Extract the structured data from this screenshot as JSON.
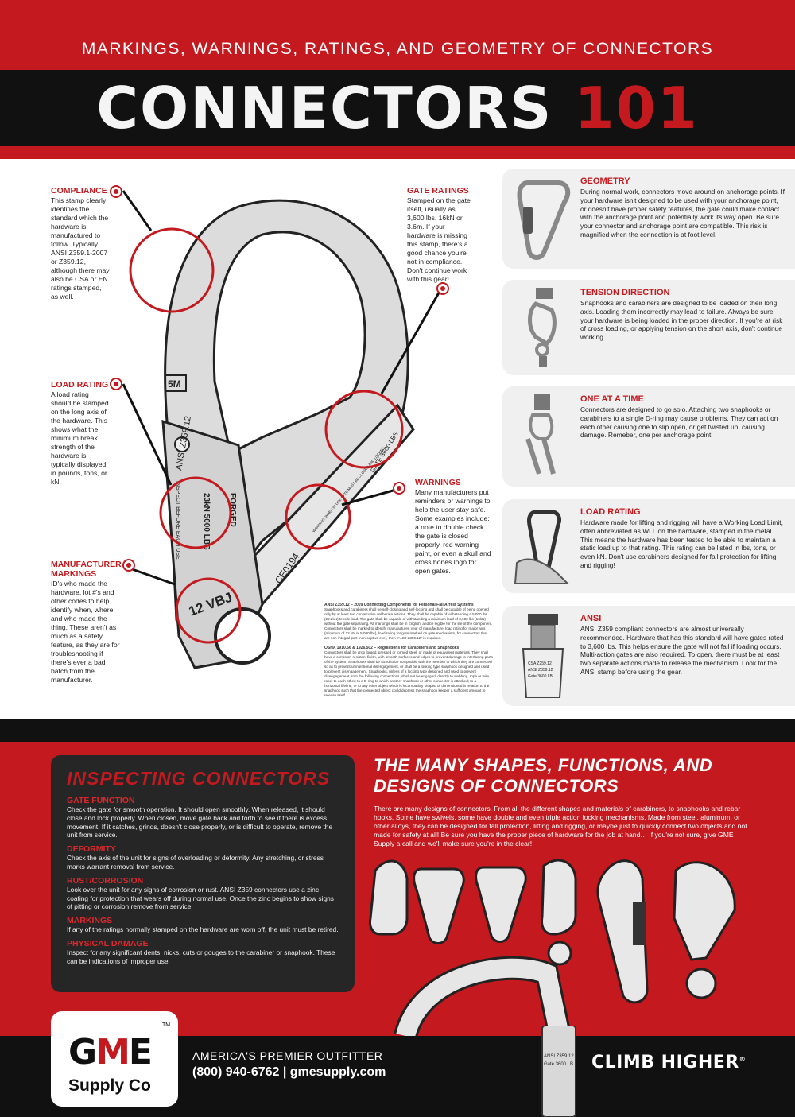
{
  "header": {
    "subtitle": "MARKINGS, WARNINGS, RATINGS, AND GEOMETRY OF CONNECTORS",
    "title_main": "CONNECTORS",
    "title_num": "101"
  },
  "callouts": {
    "compliance": {
      "title": "COMPLIANCE",
      "text": "This stamp clearly identifies the standard which the hardware is manufactured to follow. Typically ANSI Z359.1-2007 or Z359.12, although there may also be CSA or EN ratings stamped, as well."
    },
    "load_rating": {
      "title": "LOAD RATING",
      "text": "A load rating should be stamped on the long axis of the hardware. This shows what the minimum break strength of the hardware is, typically displayed in pounds, tons, or kN."
    },
    "manufacturer": {
      "title": "MANUFACTURER MARKINGS",
      "text": "ID's who made the hardware, lot #'s and other codes to help identify when, where, and who made the thing. These aren't as much as a safety feature, as they are for troubleshooting if there's ever a bad batch from the manufacturer."
    },
    "gate_ratings": {
      "title": "GATE RATINGS",
      "text": "Stamped on the gate itself, usually as 3,600 lbs, 16kN or 3.6m. If your hardware is missing this stamp, there's a good chance you're not in compliance. Don't continue work with this gear!"
    },
    "warnings": {
      "title": "WARNINGS",
      "text": "Many manufacturers put reminders or warnings to help the user stay safe. Some examples include: a note to double check the gate is closed properly, red warning paint, or even a skull and cross bones logo for open gates."
    }
  },
  "hook_stamps": {
    "ansi": "ANSI Z359.12",
    "size": "5M",
    "load": "23kN 5000 LBS",
    "inspect": "INSPECT BEFORE EACH USE",
    "forged": "FORGED",
    "gate": "GATE 3600 LBS",
    "warning": "WARNING: WHEN IN USE GATE MUST BE CLOSED AND LOCKED",
    "ce": "CE0194",
    "lot": "12 VBJ"
  },
  "fine_print": {
    "heading1": "ANSI Z359.12 – 2009 Connecting Components for Personal Fall Arrest Systems",
    "body1": "Snaphooks and carabiners shall be self-closing and self-locking and shall be capable of being opened only by at least two consecutive deliberate actions. They shall be capable of withstanding a 5,000 lbs. (22.2kN) tensile load. The gate shall be capable of withstanding a minimum load of 3,600 lbs (16kN) without the gate separating. All markings shall be in English, and be legible for the life of the component. Connectors shall be marked to identify manufacturer, year of manufacture, load rating for major axis (minimum of 22 kN or 5,000 lbs), load rating for gate marked on gate mechanism, for connectors that are non-integral part (non-captive eye), then \"ANSI Z359.12\" is required.",
    "heading2": "OSHA 1910.66 & 1926.502 – Regulations for Carabiners and Snaphooks",
    "body2": "Connectors shall be drop forged, pressed or formed steel, or made of equivalent materials. They shall have a corrosion-resistant finish, with smooth surfaces and edges to prevent damage to interfacing parts of the system. Snaphooks shall be sized to be compatible with the member to which they are connected so as to prevent unintentional disengagement, or shall be a locking type snaphook designed and used to prevent disengagement. Snaphooks, unless of a locking type designed and used to prevent disengagement from the following connections, shall not be engaged: directly to webbing, rope or wire rope; to each other; to a D-ring to which another snaphook or other connector is attached; to a horizontal lifeline; or to any other object which is incompatibly shaped or dimensioned in relation to the snaphook such that the connected object could depress the snaphook keeper a sufficient amount to release itself."
  },
  "panels": [
    {
      "title": "GEOMETRY",
      "text": "During normal work, connectors move around on anchorage points. If your hardware isn't designed to be used with your anchorage point, or doesn't have proper safety features, the gate could make contact with the anchorage point and potentially work its way open. Be sure your connector and anchorage point are compatible. This risk is magnified when the connection is at foot level."
    },
    {
      "title": "TENSION DIRECTION",
      "text": "Snaphooks and carabiners are designed to be loaded on their long axis. Loading them incorrectly may lead to failure. Always be sure your hardware is being loaded in the proper direction. If you're at risk of cross loading, or applying tension on the short axis, don't continue working."
    },
    {
      "title": "ONE AT A TIME",
      "text": "Connectors are designed to go solo. Attaching two snaphooks or carabiners to a single D-ring may cause problems. They can act on each other causing one to slip open, or get twisted up, causing damage. Remeber, one per anchorage point!"
    },
    {
      "title": "LOAD RATING",
      "text": "Hardware made for lifting and rigging will have a Working Load Limit, often abbreviated as WLL on the hardware, stamped in the metal. This means the hardware has been tested to be able to maintain a static load up to that rating. This rating can be listed in lbs, tons, or even kN. Don't use carabiners designed for fall protection for lifting and rigging!"
    },
    {
      "title": "ANSI",
      "text": "ANSI Z359 compliant connectors are almost universally recommended. Hardware that has this standard will have gates rated to 3,600 lbs. This helps ensure the gate will not fail if loading occurs. Multi-action gates are also required. To open, there must be at least two separate actions made to release the mechanism. Look for the ANSI stamp before using the gear."
    }
  ],
  "panel_stamps": {
    "ansi1": "CSA Z259.12",
    "ansi2": "ANSI Z359.12",
    "gate": "Gate 3600 LB"
  },
  "inspecting": {
    "title": "INSPECTING CONNECTORS",
    "items": [
      {
        "title": "GATE FUNCTION",
        "text": "Check the gate for smooth operation. It should open smoothly. When released, it should close and lock properly. When closed, move gate back and forth to see if there is excess movement. If it catches, grinds, doesn't close properly, or is difficult to operate, remove the unit from service."
      },
      {
        "title": "DEFORMITY",
        "text": "Check the axis of the unit for signs of overloading or deformity. Any stretching, or stress marks warrant removal from service."
      },
      {
        "title": "RUST/CORROSION",
        "text": "Look over the unit for any signs of corrosion or rust. ANSI Z359 connectors use a zinc coating for protection that wears off during normal use. Once the zinc begins to show signs of pitting or corrosion remove from service."
      },
      {
        "title": "MARKINGS",
        "text": "If any of the ratings normally stamped on the hardware are worn off, the unit must be retired."
      },
      {
        "title": "PHYSICAL DAMAGE",
        "text": "Inspect for any significant dents, nicks, cuts or gouges to the carabiner or snaphook. These can be indications of improper use."
      }
    ]
  },
  "shapes": {
    "title": "THE MANY SHAPES, FUNCTIONS, AND DESIGNS OF CONNECTORS",
    "text": "There are many designs of connectors. From all the different shapes and materials of carabiners, to snaphooks and rebar hooks. Some have swivels, some have double and even triple action locking mechanisms. Made from steel, aluminum, or other alloys, they can be designed for fall protection, lifting and rigging, or maybe just to quickly connect two objects and not made for safety at all! Be sure you have the proper piece of hardware for the job at hand… If you're not sure, give GME Supply a call and we'll make sure you're in the clear!",
    "big_stamp1": "ANSI Z359.12",
    "big_stamp2": "Gate 3600 LB"
  },
  "footer": {
    "logo_gme_g": "G",
    "logo_gme_m": "M",
    "logo_gme_e": "E",
    "logo_tm": "TM",
    "logo_supply": "Supply Co",
    "tagline": "AMERICA'S PREMIER OUTFITTER",
    "contact": "(800) 940-6762 | gmesupply.com",
    "climb": "CLIMB HIGHER",
    "climb_mark": "®"
  },
  "colors": {
    "accent_red": "#c41a1f",
    "black": "#111111",
    "panel_gray": "#f0f0f0"
  }
}
